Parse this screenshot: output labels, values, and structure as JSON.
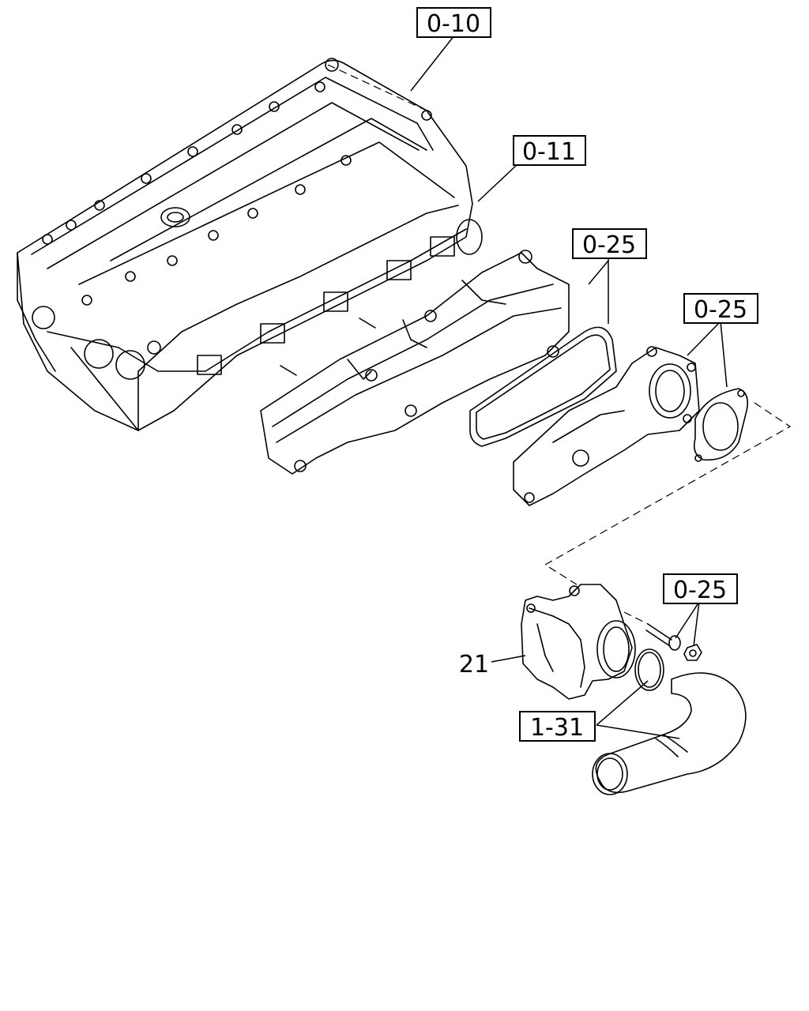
{
  "callouts": {
    "c0_10": "0-10",
    "c0_11": "0-11",
    "c0_25_a": "0-25",
    "c0_25_b": "0-25",
    "c0_25_c": "0-25",
    "c1_31": "1-31",
    "c21": "21"
  }
}
